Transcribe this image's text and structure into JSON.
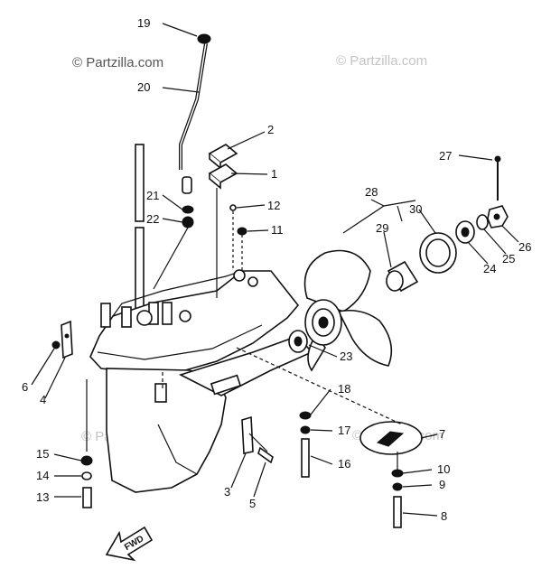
{
  "watermarks": [
    "© Partzilla.com",
    "© Partzilla.com",
    "© Partzilla.com",
    "© Partzilla.com"
  ],
  "fwd_label": "FWD",
  "colors": {
    "ink": "#111111",
    "watermark": "#c4c4c4",
    "background": "#ffffff"
  },
  "callouts": [
    "19",
    "20",
    "2",
    "1",
    "21",
    "12",
    "22",
    "11",
    "28",
    "29",
    "30",
    "27",
    "26",
    "25",
    "24",
    "23",
    "6",
    "4",
    "18",
    "17",
    "7",
    "16",
    "15",
    "14",
    "13",
    "3",
    "5",
    "10",
    "9",
    "8"
  ]
}
